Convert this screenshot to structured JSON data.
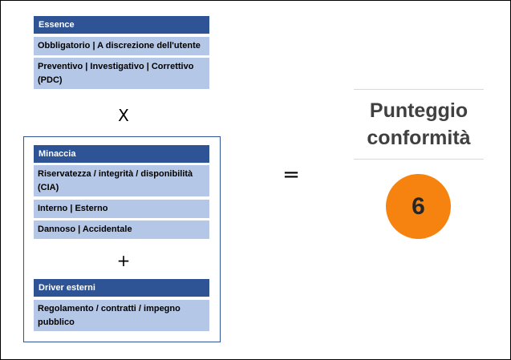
{
  "essence": {
    "header": "Essence",
    "items": [
      "Obbligatorio | A discrezione dell'utente",
      "Preventivo | Investigativo | Correttivo (PDC)"
    ]
  },
  "operators": {
    "times": "X",
    "plus": "+",
    "equals": "="
  },
  "minaccia": {
    "header": "Minaccia",
    "items": [
      "Riservatezza / integrità / disponibilità (CIA)",
      "Interno | Esterno",
      "Dannoso | Accidentale"
    ]
  },
  "driver": {
    "header": "Driver esterni",
    "items": [
      "Regolamento / contratti / impegno pubblico"
    ]
  },
  "score": {
    "title": "Punteggio conformità",
    "value": "6"
  },
  "colors": {
    "header": "#2f5496",
    "row": "#b4c7e7",
    "circle": "#f6830f"
  }
}
